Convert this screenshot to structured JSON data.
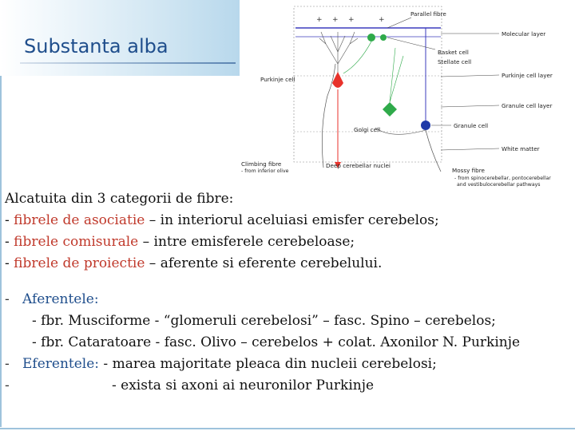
{
  "slide": {
    "title": "Substanta alba"
  },
  "diagram": {
    "labels": {
      "parallel_fibre": "Parallel fibre",
      "molecular_layer": "Molecular layer",
      "basket_cell": "Basket cell",
      "stellate_cell": "Stellate cell",
      "purkinje_cell": "Purkinje cell",
      "purkinje_cell_layer": "Purkinje cell layer",
      "granule_cell_layer": "Granule cell layer",
      "golgi_cell": "Golgi cell",
      "granule_cell": "Granule cell",
      "white_matter": "White matter",
      "climbing_fibre": "Climbing fibre",
      "climbing_fibre_from": "- from inferior olive",
      "deep_nuclei": "Deep cerebellar nuclei",
      "mossy_fibre": "Mossy fibre",
      "mossy_fibre_from1": "- from spinocerebellar, pontocerebellar",
      "mossy_fibre_from2": "and vestibulocerebellar pathways"
    },
    "colors": {
      "purkinje": "#e8322b",
      "basket": "#2faa4a",
      "granule": "#1f3aa8",
      "fibre": "#3b3bbd"
    }
  },
  "content": {
    "intro": "Alcatuita din 3 categorii de fibre:",
    "categories": [
      {
        "prefix": "- ",
        "term": "fibrele de asociatie",
        "rest": " – in interiorul aceluiasi emisfer cerebelos;"
      },
      {
        "prefix": "- ",
        "term": "fibrele comisurale",
        "rest": " – intre emisferele cerebeloase;"
      },
      {
        "prefix": "- ",
        "term": "fibrele de proiectie",
        "rest": " – aferente si eferente cerebelului."
      }
    ],
    "aferente": {
      "dash": "-",
      "label": "Aferentele:",
      "items": [
        "- fbr. Musciforme - “glomeruli cerebelosi” – fasc. Spino – cerebelos;",
        "- fbr. Cataratoare  - fasc. Olivo – cerebelos + colat. Axonilor N. Purkinje"
      ]
    },
    "eferente": {
      "dash": "-",
      "label": "Eferentele:",
      "text": " - marea majoritate pleaca din nucleii cerebelosi;",
      "dash2": "-",
      "text2": "- exista si axoni ai neuronilor Purkinje"
    }
  }
}
